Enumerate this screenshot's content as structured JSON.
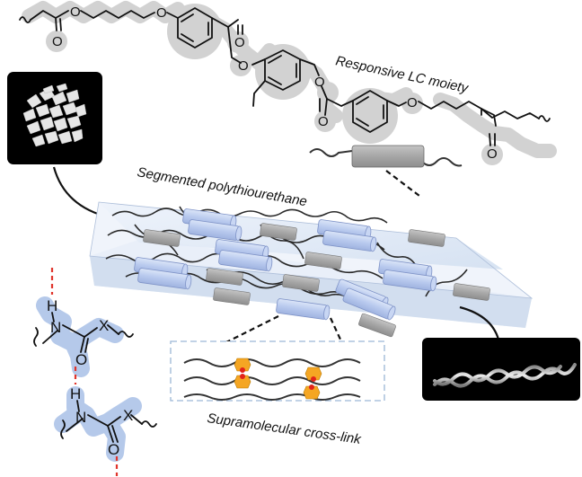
{
  "labels": {
    "lc_moiety": "Responsive LC moiety",
    "polymer": "Segmented polythiourethane",
    "crosslink": "Supramolecular cross-link"
  },
  "atoms": {
    "oxygen": "O",
    "hydrogen": "H",
    "nitrogen": "N",
    "heteroatom_x": "X"
  },
  "colors": {
    "background": "#ffffff",
    "slab_top": "#dfe9f6",
    "slab_side": "#c6d6ea",
    "lc_rod_blue": "#b8c9ee",
    "hard_segment_gray": "#a6a6a6",
    "molecule_halo": "#d2d2d2",
    "hbond_halo": "#b5c9ea",
    "hbond_dash": "#e0342b",
    "crosslink_orange": "#f5a623",
    "crosslink_red": "#e2231a",
    "photo_background": "#000000"
  },
  "icons": {
    "powder_photo": "white-crystalline-powder-photo",
    "fiber_photo": "twisted-fiber-photo"
  }
}
